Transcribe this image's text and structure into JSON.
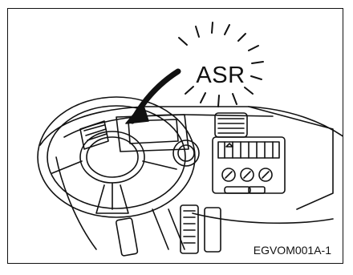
{
  "callout": {
    "label": "ASR"
  },
  "figure": {
    "code": "EGVOM001A-1"
  },
  "icons": [
    "asr-warning-burst",
    "steering-wheel",
    "dashboard",
    "pedals"
  ]
}
